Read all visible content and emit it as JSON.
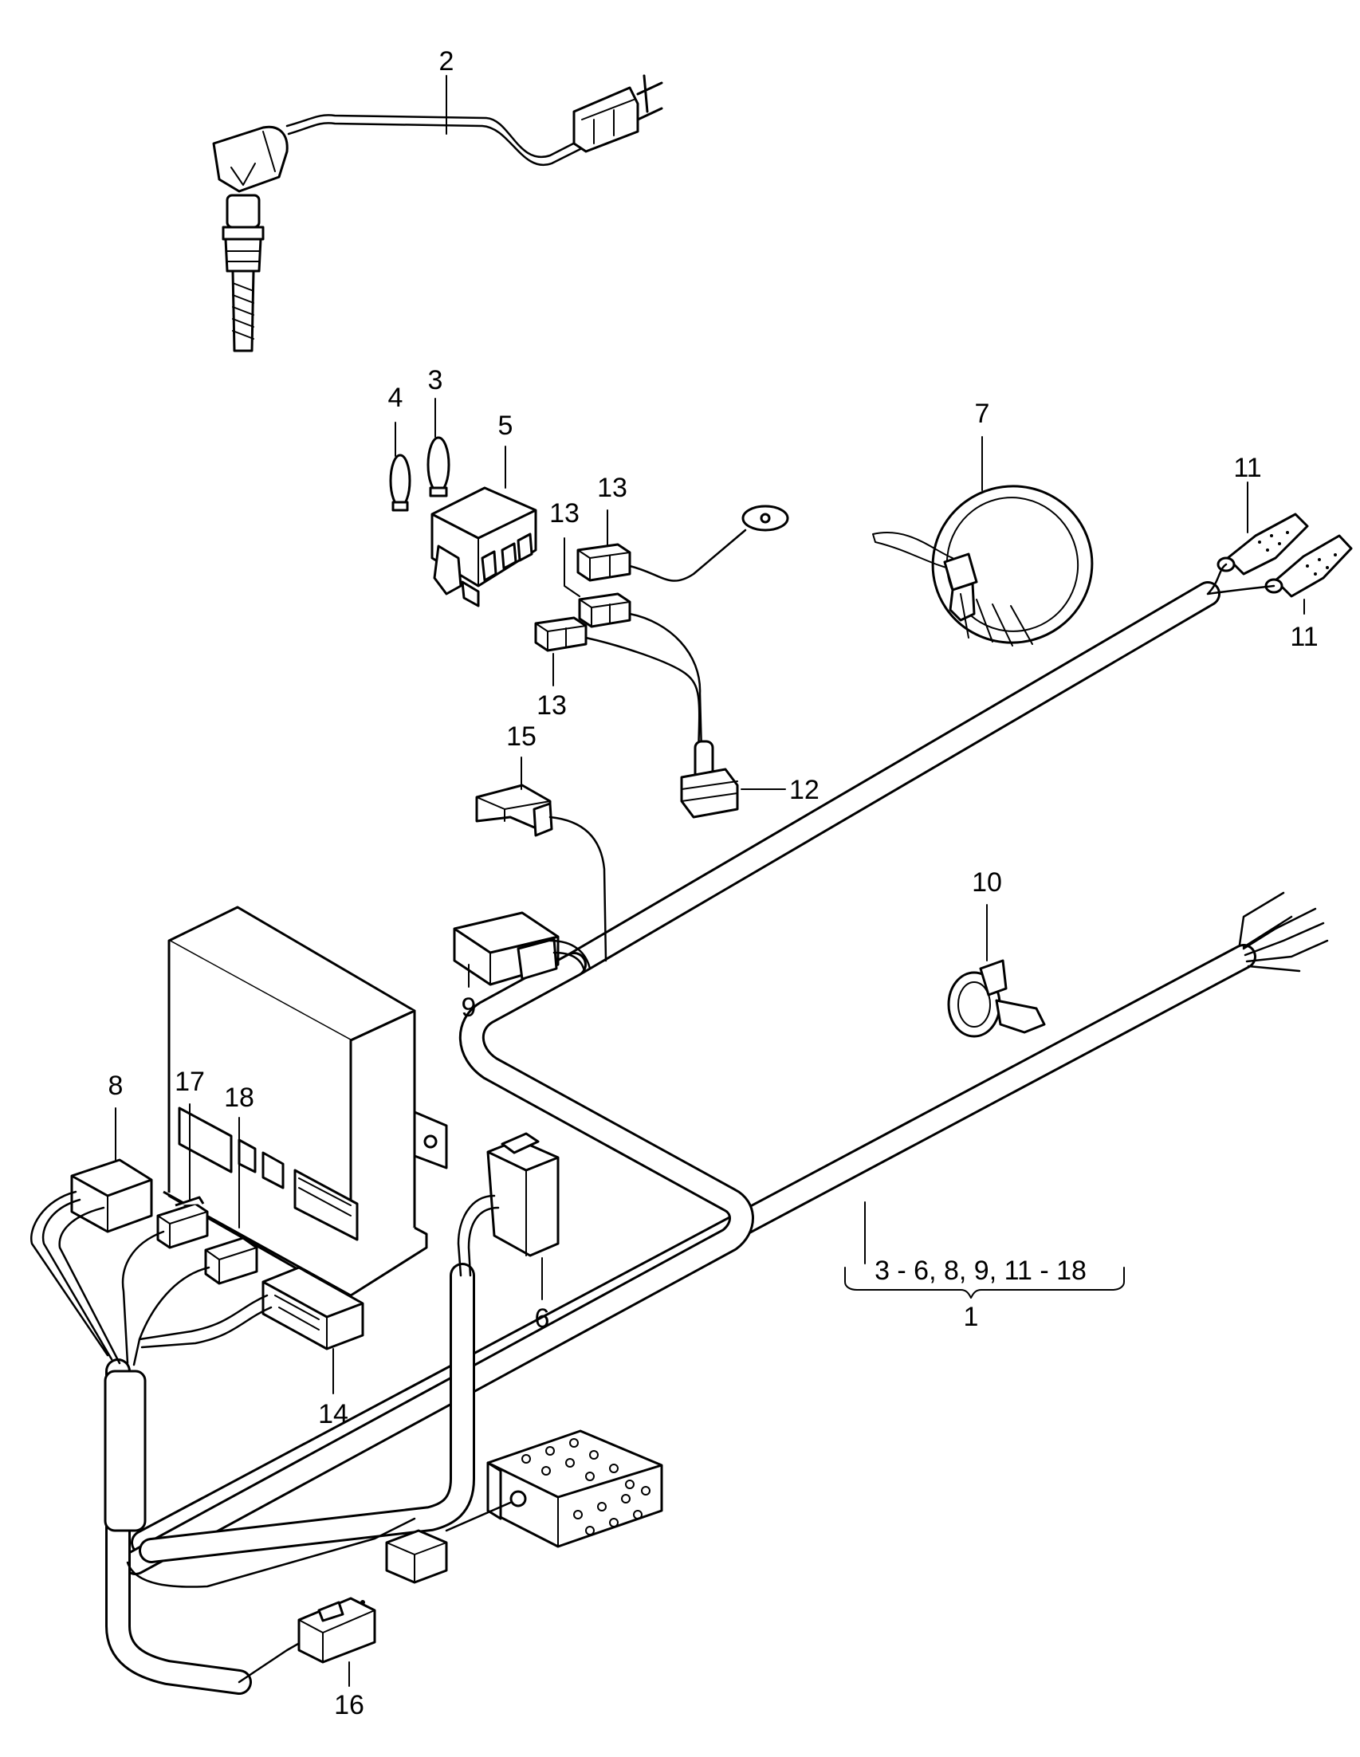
{
  "labels": {
    "p1": "1",
    "p2": "2",
    "p3": "3",
    "p4": "4",
    "p5": "5",
    "p6": "6",
    "p7": "7",
    "p8": "8",
    "p9": "9",
    "p10": "10",
    "p11a": "11",
    "p11b": "11",
    "p12": "12",
    "p13a": "13",
    "p13b": "13",
    "p13c": "13",
    "p14": "14",
    "p15": "15",
    "p16": "16",
    "p17": "17",
    "p18": "18",
    "group_range": "3 - 6,  8, 9,  11 - 18"
  }
}
